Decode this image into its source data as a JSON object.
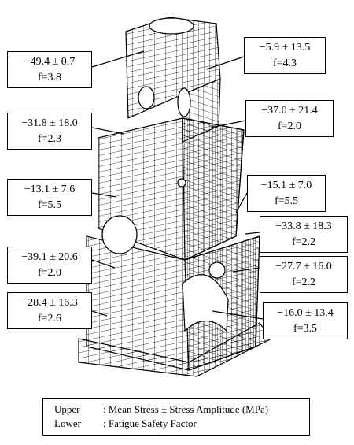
{
  "callouts": [
    {
      "id": "c1",
      "stress": "−49.4 ± 0.7",
      "factor": "f=3.8"
    },
    {
      "id": "c2",
      "stress": "−5.9 ± 13.5",
      "factor": "f=4.3"
    },
    {
      "id": "c3",
      "stress": "−31.8 ± 18.0",
      "factor": "f=2.3"
    },
    {
      "id": "c4",
      "stress": "−37.0 ± 21.4",
      "factor": "f=2.0"
    },
    {
      "id": "c5",
      "stress": "−13.1 ± 7.6",
      "factor": "f=5.5"
    },
    {
      "id": "c6",
      "stress": "−15.1 ± 7.0",
      "factor": "f=5.5"
    },
    {
      "id": "c7",
      "stress": "−33.8 ± 18.3",
      "factor": "f=2.2"
    },
    {
      "id": "c8",
      "stress": "−39.1 ± 20.6",
      "factor": "f=2.0"
    },
    {
      "id": "c9",
      "stress": "−27.7 ± 16.0",
      "factor": "f=2.2"
    },
    {
      "id": "c10",
      "stress": "−28.4 ± 16.3",
      "factor": "f=2.6"
    },
    {
      "id": "c11",
      "stress": "−16.0 ± 13.4",
      "factor": "f=3.5"
    }
  ],
  "legend": {
    "upper_key": "Upper",
    "upper_text": ": Mean Stress ± Stress Amplitude (MPa)",
    "lower_key": "Lower",
    "lower_text": ": Fatigue Safety Factor"
  }
}
